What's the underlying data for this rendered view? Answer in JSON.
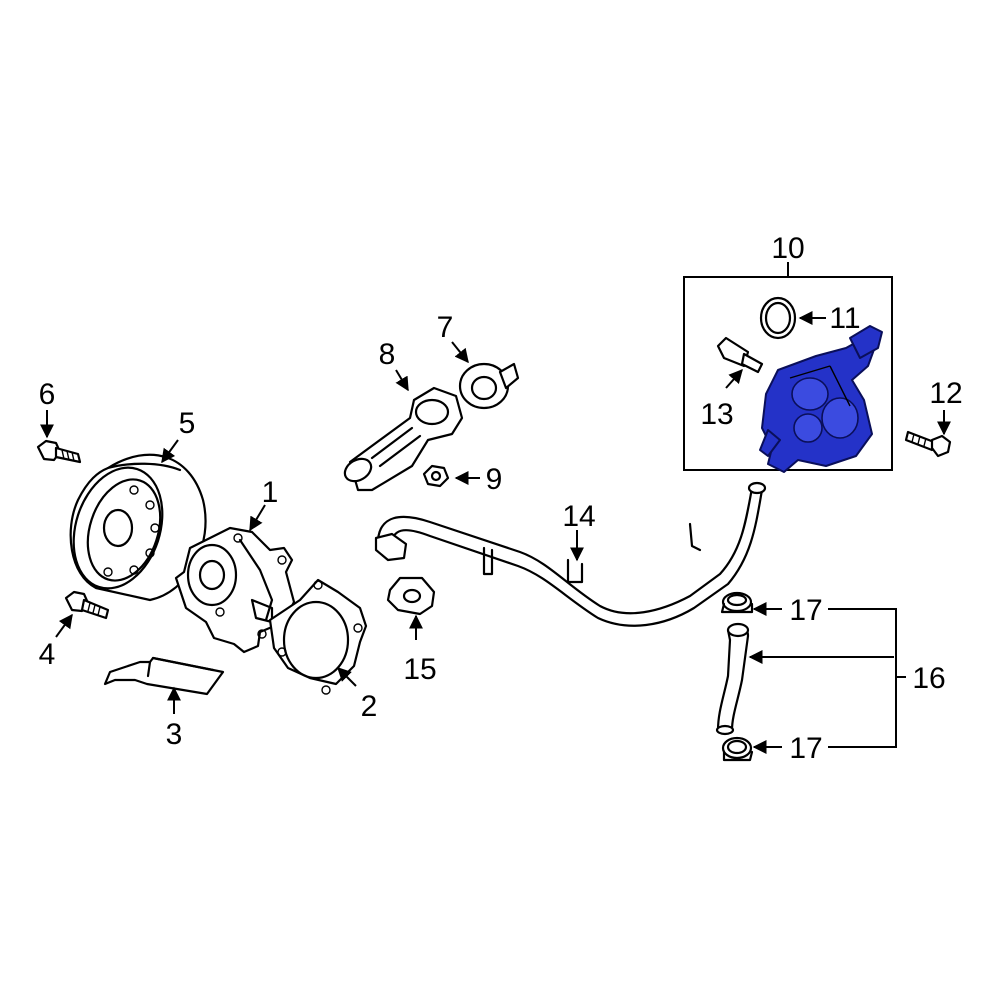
{
  "callouts": {
    "p1": "1",
    "p2": "2",
    "p3": "3",
    "p4": "4",
    "p5": "5",
    "p6": "6",
    "p7": "7",
    "p8": "8",
    "p9": "9",
    "p10": "10",
    "p11": "11",
    "p12": "12",
    "p13": "13",
    "p14": "14",
    "p15": "15",
    "p16": "16",
    "p17a": "17",
    "p17b": "17"
  },
  "colors": {
    "highlight": "#2432c8",
    "ink": "#000000",
    "background": "#ffffff"
  },
  "highlighted_part": "10"
}
